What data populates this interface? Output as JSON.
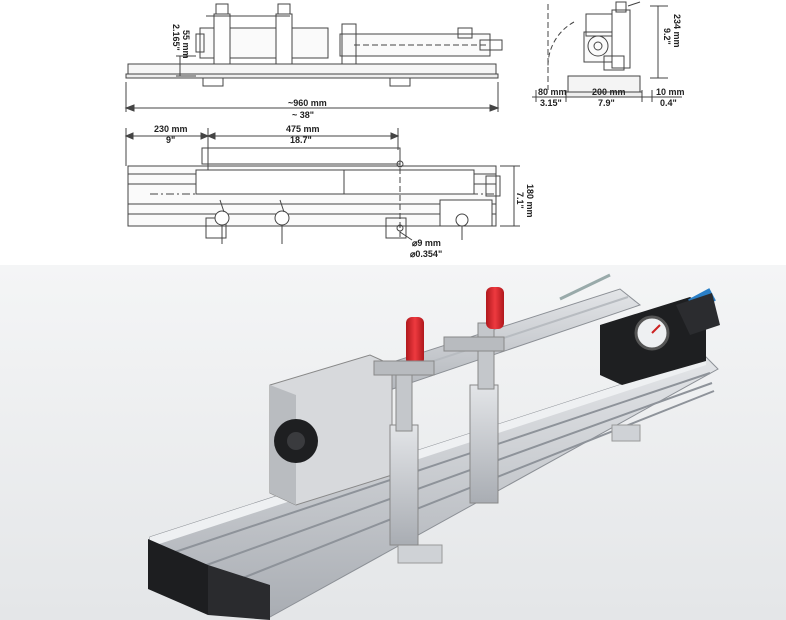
{
  "drawing": {
    "front_view": {
      "height_label": "55 mm",
      "height_label_in": "2.165\"",
      "length_label": "~960 mm",
      "length_label_in": "~ 38\""
    },
    "side_view": {
      "height_label": "234 mm",
      "height_label_in": "9.2\"",
      "left_label": "80 mm",
      "left_label_in": "3.15\"",
      "center_label": "200 mm",
      "center_label_in": "7.9\"",
      "right_label": "10 mm",
      "right_label_in": "0.4\""
    },
    "top_view": {
      "offset_label": "230 mm",
      "offset_label_in": "9\"",
      "span_label": "475 mm",
      "span_label_in": "18.7\"",
      "width_label": "180 mm",
      "width_label_in": "7.1\"",
      "hole_label": "⌀9 mm",
      "hole_label_in": "⌀0.354\""
    }
  },
  "colors": {
    "line": "#444444",
    "aluminium": "#c9ccd0",
    "aluminium_dark": "#9ea3a9",
    "handle_red": "#d8262c",
    "cover_black": "#1e1f21",
    "valve_blue": "#2a7fc7",
    "background_photo": "#eceef0"
  }
}
